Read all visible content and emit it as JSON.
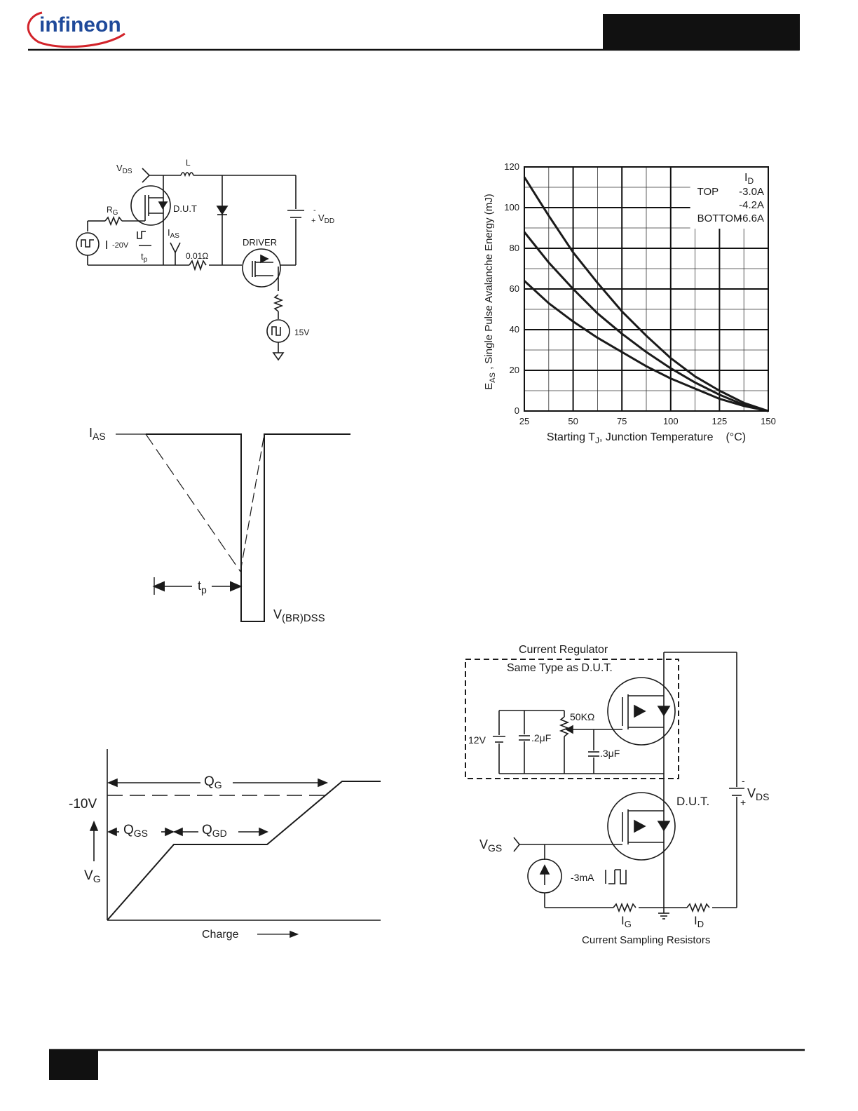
{
  "header": {
    "logo_text": "infineon",
    "brand_color": "#1f4a9a",
    "swoosh_color": "#d2232a"
  },
  "fig_uis_circuit": {
    "vds_label": "V",
    "vds_sub": "DS",
    "l_label": "L",
    "rg_label": "R",
    "rg_sub": "G",
    "dut_label": "D.U.T",
    "ias_label": "I",
    "ias_sub": "AS",
    "pulse_label": "-20V",
    "tp_label": "t",
    "tp_sub": "p",
    "resistor_label": "0.01Ω",
    "driver_label": "DRIVER",
    "vdd_minus": "-",
    "vdd_plus": "+",
    "vdd_label": "V",
    "vdd_sub": "DD",
    "source_label": "15V"
  },
  "fig_uis_waveform": {
    "ias_label": "I",
    "ias_sub": "AS",
    "tp_label": "t",
    "tp_sub": "p",
    "vbr_label": "V",
    "vbr_sub": "(BR)DSS"
  },
  "fig_gate_charge": {
    "qg": "Q",
    "qg_sub": "G",
    "qgs": "Q",
    "qgs_sub": "GS",
    "qgd": "Q",
    "qgd_sub": "GD",
    "vlevel": "-10V",
    "vg": "V",
    "vg_sub": "G",
    "xlabel": "Charge"
  },
  "fig_gate_test": {
    "reg_title_1": "Current  Regulator",
    "reg_title_2": "Same  Type  as  D.U.T.",
    "res_label": "50KΩ",
    "v12": "12V",
    "c1": ".2μF",
    "c2": ".3μF",
    "dut_label": "D.U.T.",
    "vds_minus": "-",
    "vds_plus": "+",
    "vds_label": "V",
    "vds_sub": "DS",
    "vgs_label": "V",
    "vgs_sub": "GS",
    "current_label": "-3mA",
    "ig_label": "I",
    "ig_sub": "G",
    "id_label": "I",
    "id_sub": "D",
    "footer": "Current  Sampling  Resistors"
  },
  "chart_data": {
    "type": "line",
    "xlabel_main": "Starting T",
    "xlabel_sub": "J",
    "xlabel_rest": ", Junction Temperature",
    "xlabel_unit": "(°C)",
    "ylabel_main": "E",
    "ylabel_sub": "AS",
    "ylabel_rest": " , Single Pulse Avalanche Energy (mJ)",
    "xlim": [
      25,
      150
    ],
    "ylim": [
      0,
      120
    ],
    "x_ticks": [
      25,
      50,
      75,
      100,
      125,
      150
    ],
    "y_ticks": [
      0,
      20,
      40,
      60,
      80,
      100,
      120
    ],
    "x_grid_major": [
      50,
      75,
      100,
      125
    ],
    "x_grid_minor": [
      37.5,
      62.5,
      87.5,
      112.5,
      137.5
    ],
    "y_grid_major": [
      20,
      40,
      60,
      80,
      100
    ],
    "y_grid_minor": [
      10,
      30,
      50,
      70,
      90,
      110
    ],
    "grid": true,
    "legend_placement": "top-right",
    "legend": {
      "header": "I",
      "header_sub": "D",
      "rows": [
        {
          "label": "TOP",
          "value": "-3.0A"
        },
        {
          "label": "",
          "value": "-4.2A"
        },
        {
          "label": "BOTTOM",
          "value": "-6.6A"
        }
      ]
    },
    "series": [
      {
        "name": "-3.0A",
        "x": [
          25,
          37.5,
          50,
          62.5,
          75,
          87.5,
          100,
          112.5,
          125,
          137.5,
          150
        ],
        "y": [
          115,
          96,
          78,
          63,
          49,
          37,
          26,
          17,
          10,
          4,
          0
        ]
      },
      {
        "name": "-4.2A",
        "x": [
          25,
          37.5,
          50,
          62.5,
          75,
          87.5,
          100,
          112.5,
          125,
          137.5,
          150
        ],
        "y": [
          88,
          73,
          60,
          48,
          38,
          29,
          21,
          14,
          8,
          3,
          0
        ]
      },
      {
        "name": "-6.6A",
        "x": [
          25,
          37.5,
          50,
          62.5,
          75,
          87.5,
          100,
          112.5,
          125,
          137.5,
          150
        ],
        "y": [
          64,
          53,
          44,
          36,
          29,
          22,
          16,
          11,
          6,
          2.5,
          0
        ]
      }
    ]
  }
}
